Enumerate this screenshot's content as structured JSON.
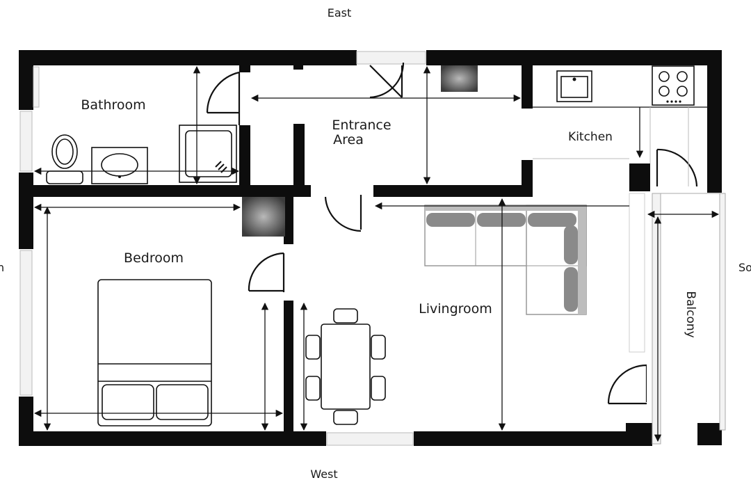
{
  "compass": {
    "east": "East",
    "west": "West",
    "north_partial": "h",
    "south_partial": "So"
  },
  "rooms": {
    "bathroom": "Bathroom",
    "entrance_line1": "Entrance",
    "entrance_line2": "Area",
    "kitchen": "Kitchen",
    "bedroom": "Bedroom",
    "livingroom": "Livingroom",
    "balcony": "Balcony"
  },
  "colors": {
    "wall": "#0d0d0d",
    "sofa": "#bdbdbd",
    "sofa_cushion": "#8a8a8a",
    "column_shade": "#555555"
  }
}
